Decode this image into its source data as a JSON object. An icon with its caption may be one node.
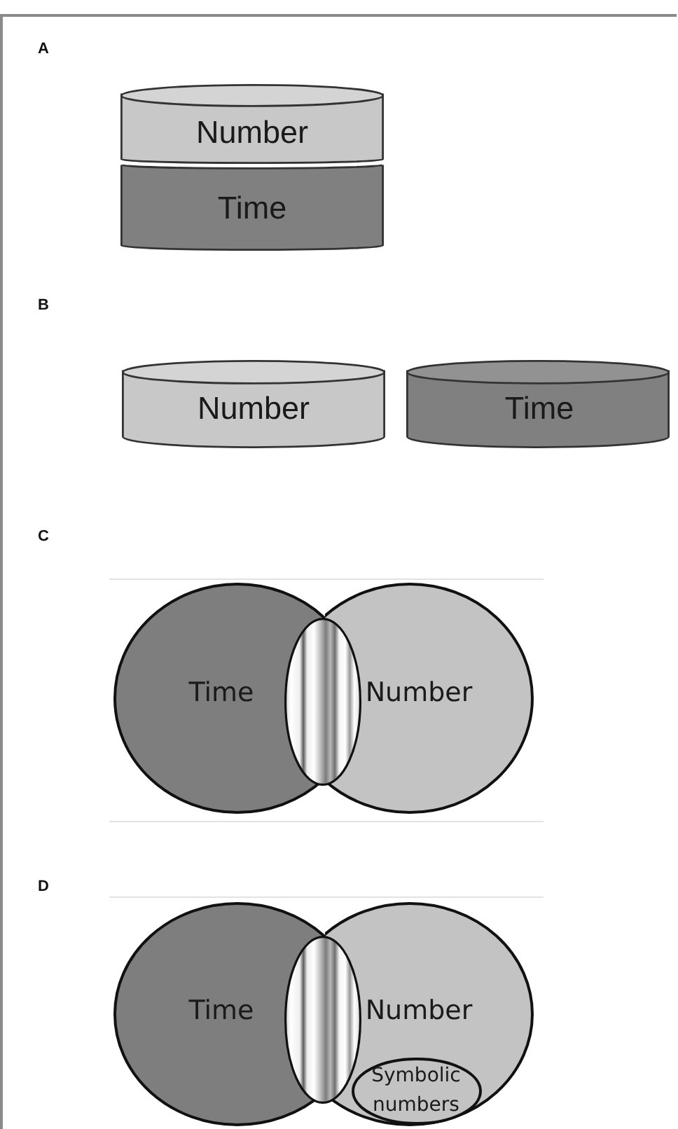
{
  "diagram": {
    "nodes": [
      {
        "text": [
          "Number"
        ]
      },
      {
        "text": [
          "Time"
        ]
      },
      {
        "text": [
          "Number"
        ]
      },
      {
        "text": [
          "Time"
        ]
      },
      {
        "text": [
          "Time"
        ]
      },
      {
        "text": [],
        "shape": "ellipse"
      },
      {
        "text": [
          "Number"
        ]
      },
      {
        "text": [
          "Time"
        ]
      },
      {
        "text": [],
        "shape": "ellipse"
      },
      {
        "text": [
          "Number"
        ]
      },
      {
        "text": [
          "Symbolic numbers"
        ],
        "in": 9
      }
    ],
    "labels": [
      "A",
      "B",
      "C",
      "D"
    ]
  }
}
